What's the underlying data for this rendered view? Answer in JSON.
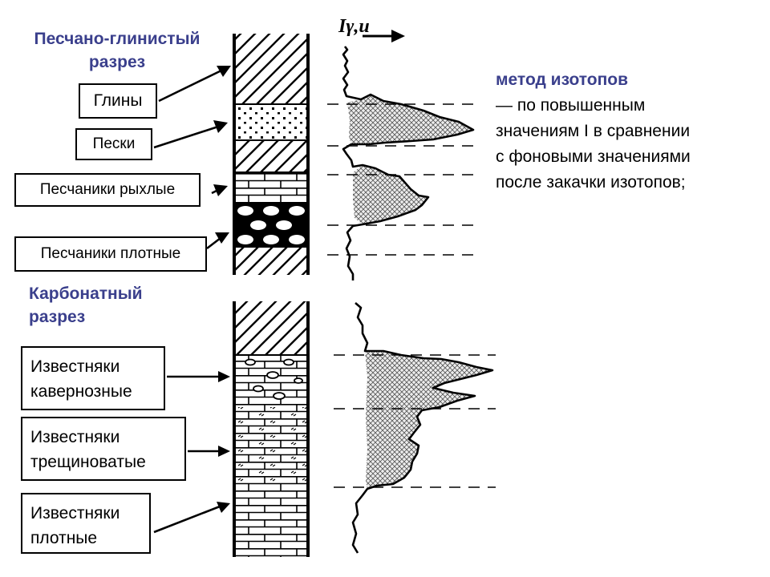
{
  "sand_clay_section": {
    "heading": [
      "Песчано-глинистый",
      "разрез"
    ],
    "layers": [
      "Глины",
      "Пески",
      "Песчаники рыхлые",
      "Песчаники плотные"
    ]
  },
  "carbonate_section": {
    "heading": [
      "Карбонатный",
      "разрез"
    ],
    "layers": [
      [
        "Известняки",
        "кавернозные"
      ],
      [
        "Известняки",
        "трещиноватые"
      ],
      [
        "Известняки",
        "плотные"
      ]
    ]
  },
  "log_axis_label": "Iγ,и",
  "method_note": {
    "title": "метод изотопов",
    "lines": [
      "— по повышенным",
      "значениям I в сравнении",
      "с фоновыми значениями",
      "после закачки изотопов;"
    ]
  }
}
